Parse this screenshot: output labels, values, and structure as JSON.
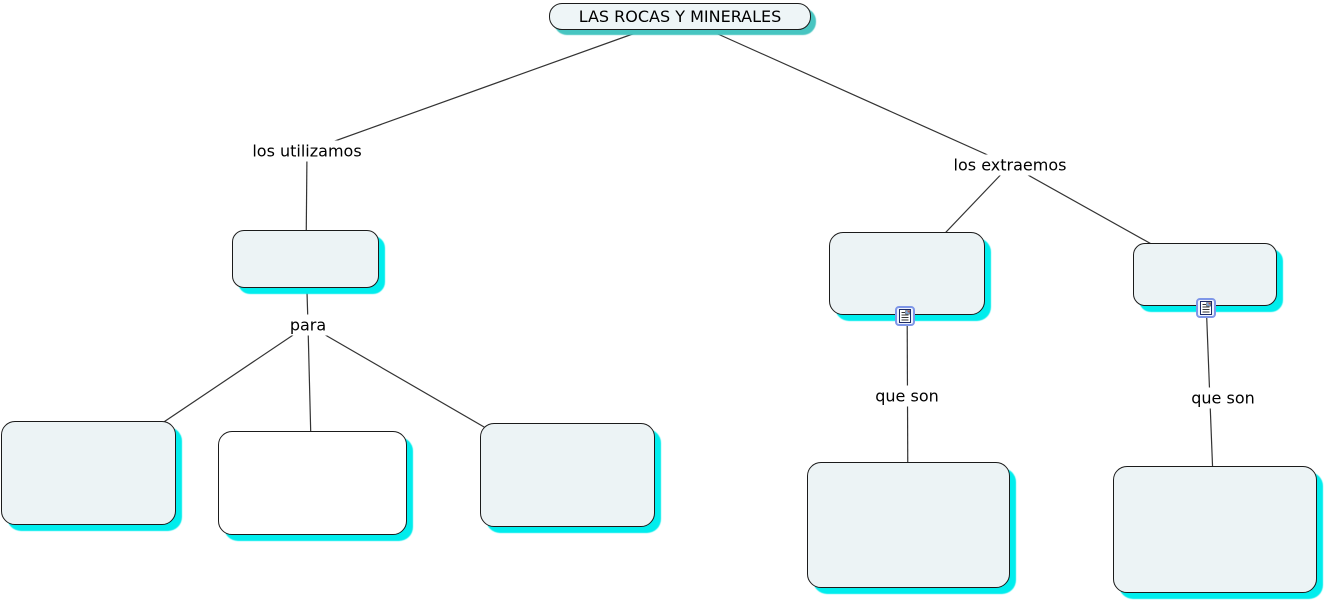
{
  "app": {
    "type": "concept-map",
    "background": "#ffffff"
  },
  "title_node": {
    "label": "LAS ROCAS Y MINERALES"
  },
  "linking_phrases": {
    "los_utilizamos": "los utilizamos",
    "los_extraemos": "los extraemos",
    "para": "para",
    "que_son_left": "que son",
    "que_son_right": "que son"
  },
  "nodes": {
    "utilizamos_concept": {
      "label": ""
    },
    "para_concept_1": {
      "label": ""
    },
    "para_concept_2": {
      "label": ""
    },
    "para_concept_3": {
      "label": ""
    },
    "extraemos_concept_1": {
      "label": ""
    },
    "extraemos_concept_2": {
      "label": ""
    },
    "que_son_concept_1": {
      "label": ""
    },
    "que_son_concept_2": {
      "label": ""
    }
  },
  "icons": {
    "resource_left": "document-image-resource-icon",
    "resource_right": "document-image-resource-icon"
  },
  "colors": {
    "node_fill": "#ecf3f5",
    "node_fill_white": "#ffffff",
    "node_border": "#1b1b1b",
    "node_shadow": "#00eded",
    "title_shadow": "#47c5c1",
    "line_color": "#333333",
    "text_color": "#000000"
  }
}
